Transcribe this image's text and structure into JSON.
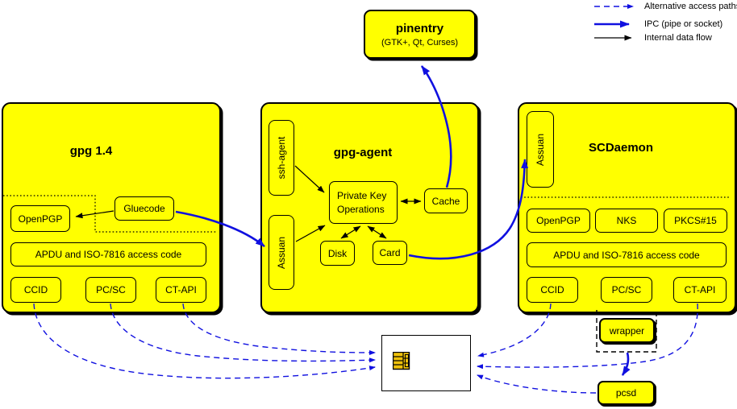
{
  "colors": {
    "box_fill": "#ffff00",
    "ipc_blue": "#1010e0",
    "line_black": "#000000",
    "card_fill": "#ffffff",
    "chip_gold": "#f0c20a"
  },
  "legend": {
    "alternative": "Alternative access paths",
    "ipc": "IPC (pipe or socket)",
    "internal": "Internal data flow"
  },
  "pinentry": {
    "title": "pinentry",
    "subtitle": "(GTK+, Qt, Curses)"
  },
  "gpg14": {
    "title": "gpg 1.4",
    "openpgp": "OpenPGP",
    "gluecode": "Gluecode",
    "apdu": "APDU and ISO-7816 access code",
    "ccid": "CCID",
    "pcsc": "PC/SC",
    "ctapi": "CT-API"
  },
  "gpg_agent": {
    "title": "gpg-agent",
    "ssh_agent": "ssh-agent",
    "assuan": "Assuan",
    "pko_line1": "Private Key",
    "pko_line2": "Operations",
    "cache": "Cache",
    "disk": "Disk",
    "card": "Card"
  },
  "scdaemon": {
    "title": "SCDaemon",
    "assuan": "Assuan",
    "openpgp": "OpenPGP",
    "nks": "NKS",
    "pkcs15": "PKCS#15",
    "apdu": "APDU and ISO-7816 access code",
    "ccid": "CCID",
    "pcsc": "PC/SC",
    "ctapi": "CT-API"
  },
  "peripherals": {
    "wrapper": "wrapper",
    "pcsd": "pcsd"
  }
}
